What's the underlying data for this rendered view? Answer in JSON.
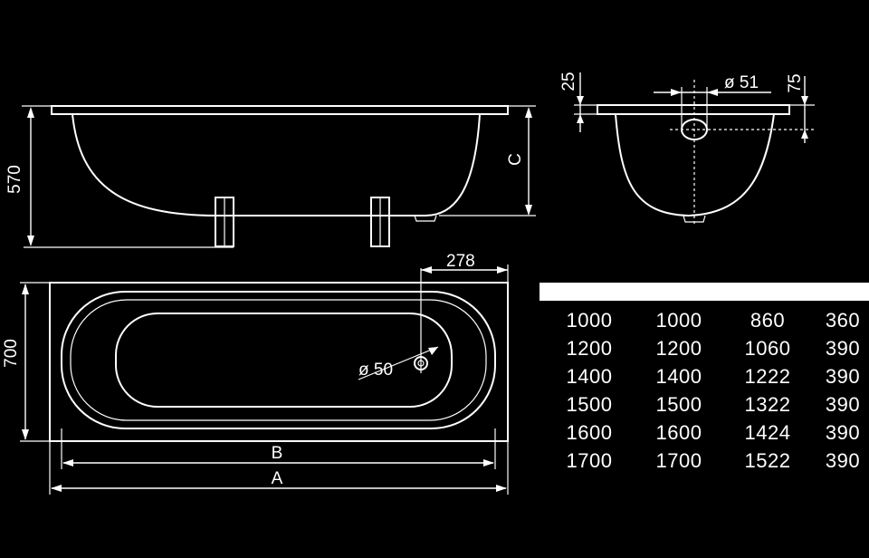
{
  "side_view": {
    "height_label": "570",
    "height_c_label": "C"
  },
  "end_view": {
    "rim_label": "25",
    "overflow_diameter_label": "ø 51",
    "overflow_height_label": "75"
  },
  "plan_view": {
    "width_label": "700",
    "drain_offset_label": "278",
    "drain_diameter_label": "ø 50",
    "inner_length_label": "B",
    "outer_length_label": "A"
  },
  "spec_table": {
    "rows": [
      [
        "1000",
        "1000",
        "860",
        "360"
      ],
      [
        "1200",
        "1200",
        "1060",
        "390"
      ],
      [
        "1400",
        "1400",
        "1222",
        "390"
      ],
      [
        "1500",
        "1500",
        "1322",
        "390"
      ],
      [
        "1600",
        "1600",
        "1424",
        "390"
      ],
      [
        "1700",
        "1700",
        "1522",
        "390"
      ]
    ]
  }
}
